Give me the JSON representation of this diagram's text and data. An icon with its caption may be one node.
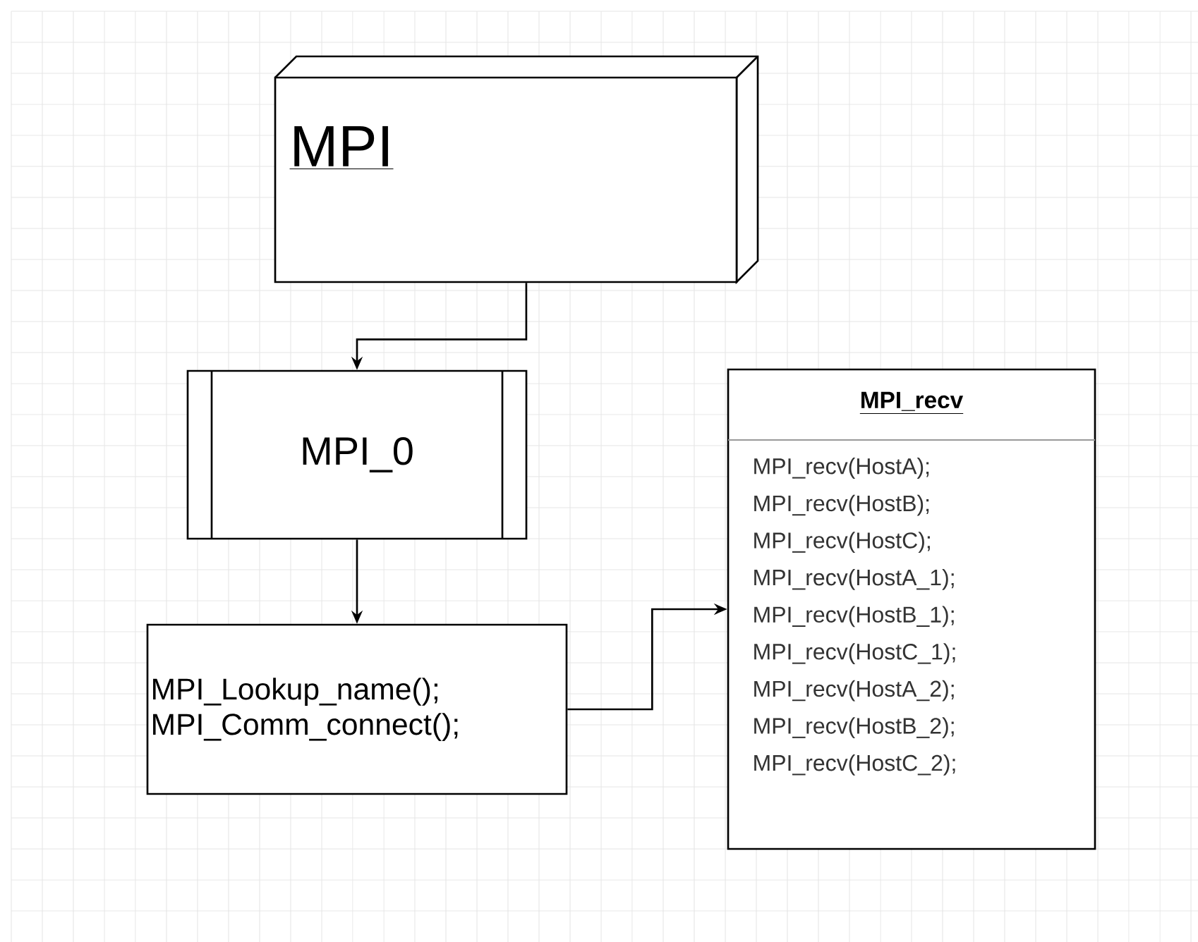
{
  "diagram": {
    "nodes": [
      {
        "text": [
          "MPI"
        ]
      },
      {
        "text": [
          "MPI_0"
        ]
      },
      {
        "text": [
          "MPI_Lookup_name();",
          "MPI_Comm_connect();"
        ]
      },
      {
        "text": [
          "MPI_recv",
          "MPI_recv(HostA);",
          "MPI_recv(HostB);",
          "MPI_recv(HostC);",
          "MPI_recv(HostA_1);",
          "MPI_recv(HostB_1);",
          "MPI_recv(HostC_1);",
          "MPI_recv(HostA_2);",
          "MPI_recv(HostB_2);",
          "MPI_recv(HostC_2);"
        ]
      }
    ],
    "edges": [
      {
        "from": 0,
        "to": 1,
        "arrow": "to"
      },
      {
        "from": 1,
        "to": 2,
        "arrow": "to"
      },
      {
        "from": 2,
        "to": 3,
        "arrow": "to"
      }
    ]
  }
}
